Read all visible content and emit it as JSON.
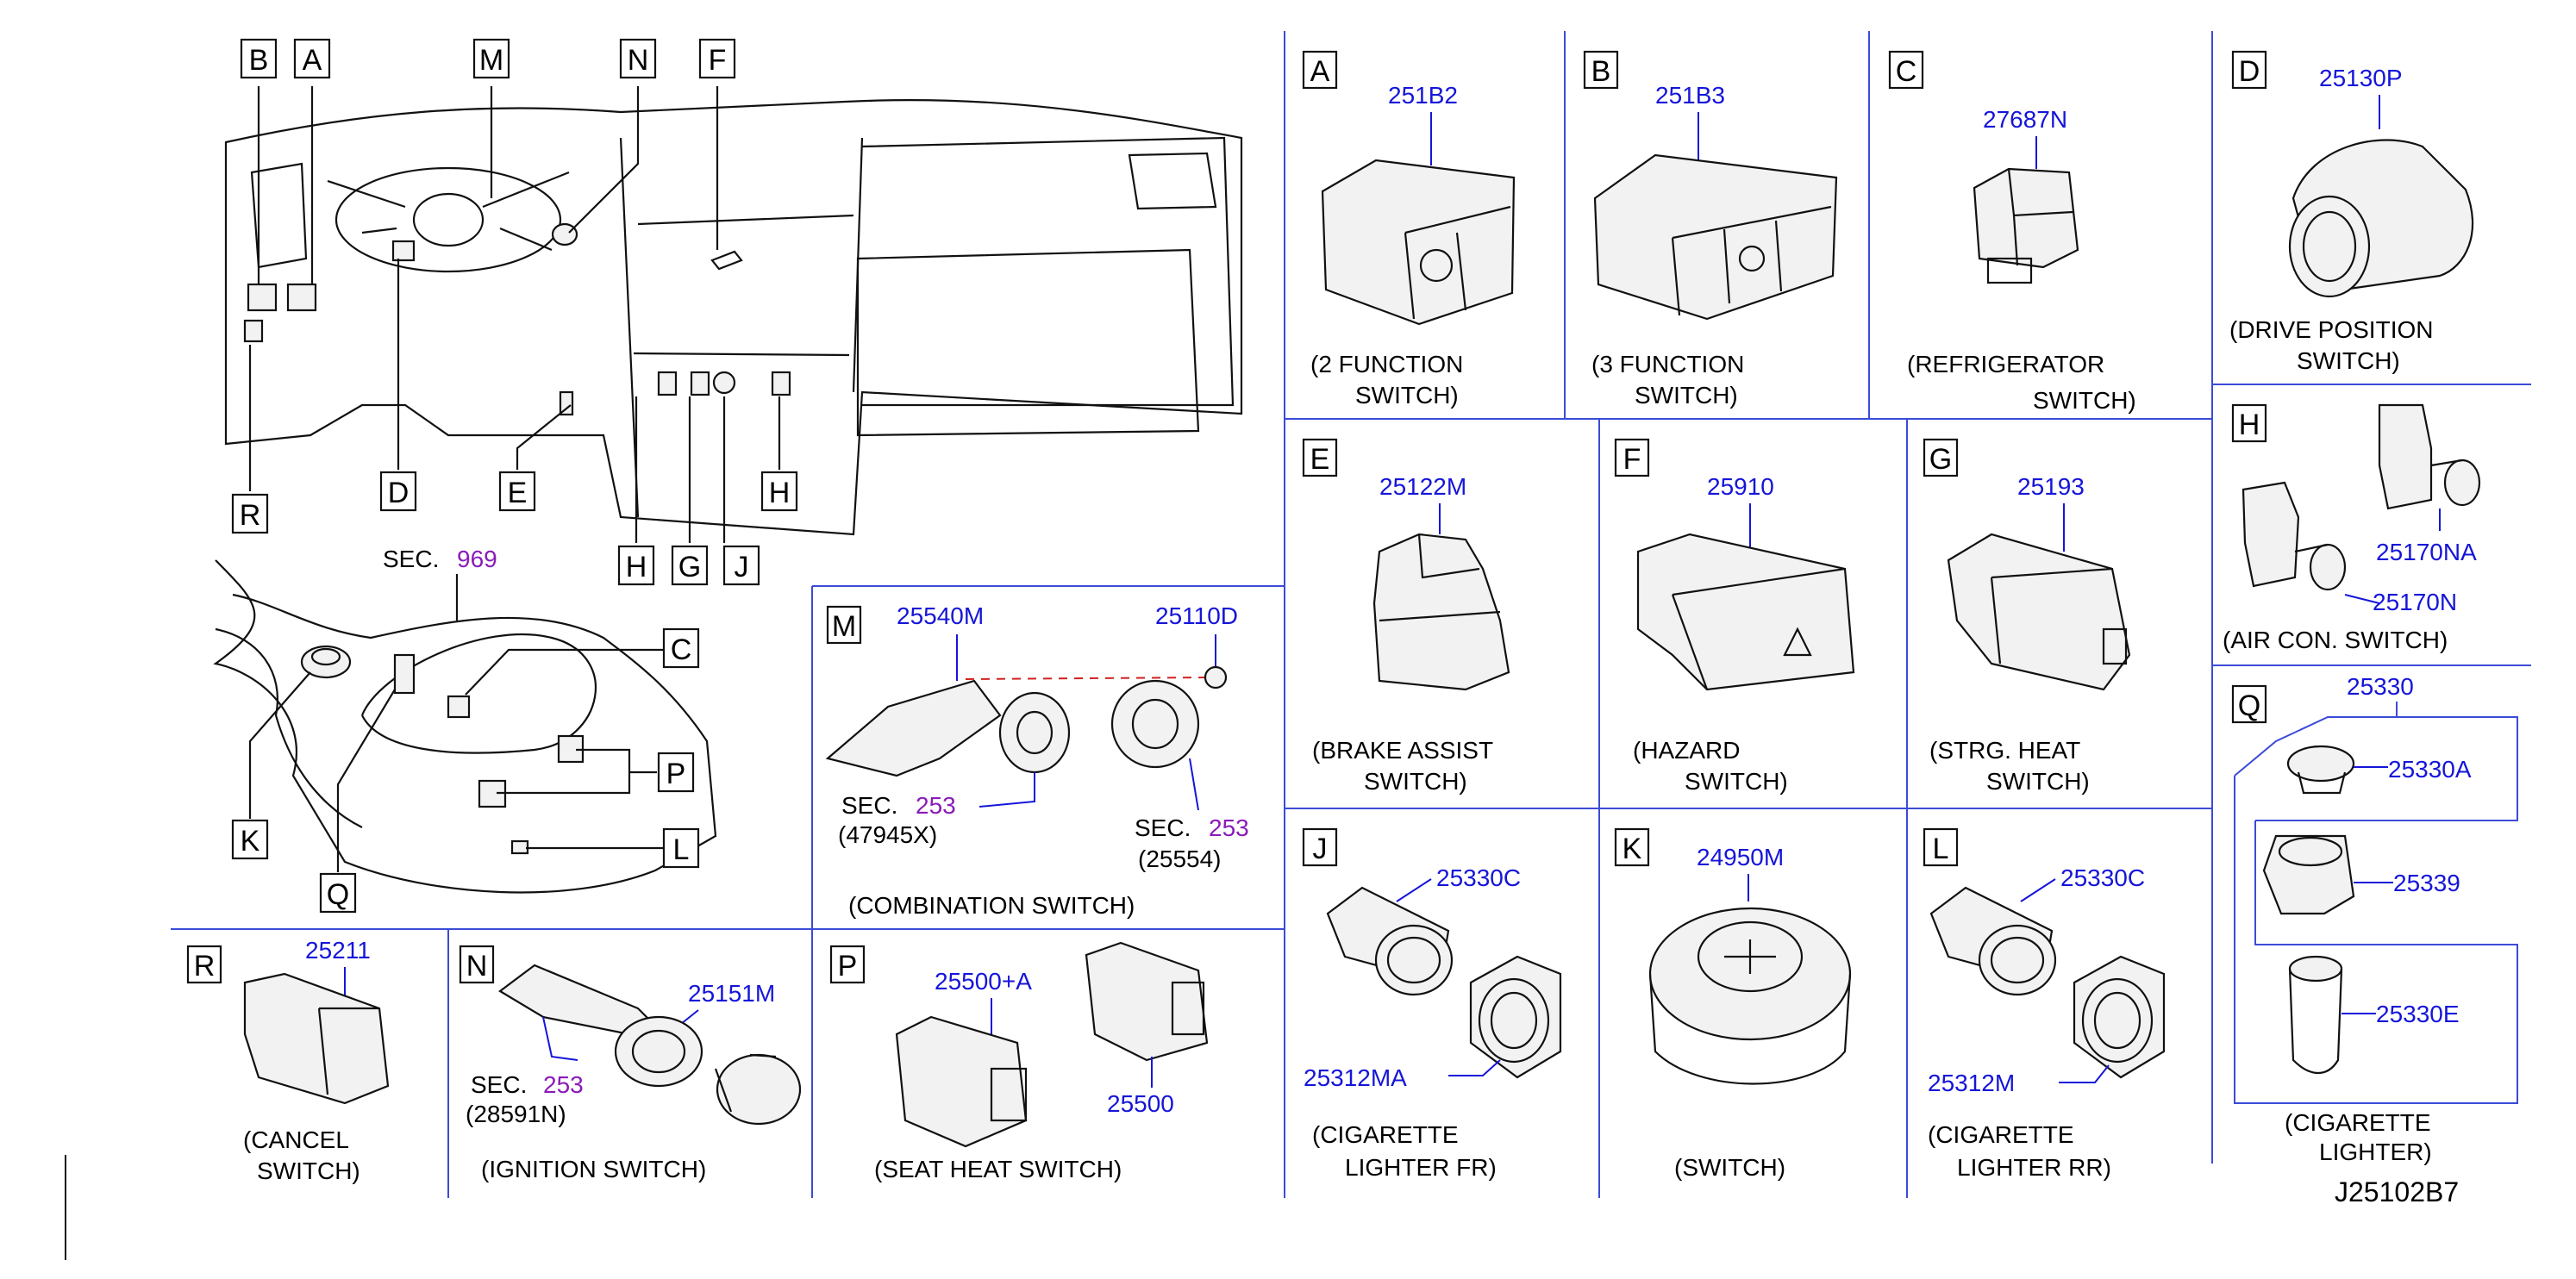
{
  "overview": {
    "labels": [
      "B",
      "A",
      "M",
      "N",
      "F",
      "R",
      "D",
      "E",
      "H",
      "G",
      "J",
      "H"
    ],
    "sec": {
      "prefix": "SEC.",
      "num": "969"
    },
    "console_labels": [
      "C",
      "P",
      "K",
      "L",
      "Q"
    ]
  },
  "panels": {
    "A": {
      "letter": "A",
      "part": "251B2",
      "cap1": "(2   FUNCTION",
      "cap2": "SWITCH)"
    },
    "B": {
      "letter": "B",
      "part": "251B3",
      "cap1": "(3   FUNCTION",
      "cap2": "SWITCH)"
    },
    "C": {
      "letter": "C",
      "part": "27687N",
      "cap1": "(REFRIGERATOR",
      "cap2": "SWITCH)"
    },
    "D": {
      "letter": "D",
      "part": "25130P",
      "cap1": "(DRIVE    POSITION",
      "cap2": "SWITCH)"
    },
    "E": {
      "letter": "E",
      "part": "25122M",
      "cap1": "(BRAKE   ASSIST",
      "cap2": "SWITCH)"
    },
    "F": {
      "letter": "F",
      "part": "25910",
      "cap1": "(HAZARD",
      "cap2": "SWITCH)"
    },
    "G": {
      "letter": "G",
      "part": "25193",
      "cap1": "(STRG.   HEAT",
      "cap2": "SWITCH)"
    },
    "H": {
      "letter": "H",
      "part1": "25170NA",
      "part2": "25170N",
      "cap": "(AIR    CON.     SWITCH)"
    },
    "M": {
      "letter": "M",
      "part1": "25540M",
      "part2": "25110D",
      "sec1": "SEC.",
      "sec1n": "253",
      "sec1sub": "(47945X)",
      "sec2": "SEC.",
      "sec2n": "253",
      "sec2sub": "(25554)",
      "cap": "(COMBINATION   SWITCH)"
    },
    "J": {
      "letter": "J",
      "part1": "25330C",
      "part2": "25312MA",
      "cap1": "(CIGARETTE",
      "cap2": "LIGHTER   FR)"
    },
    "K": {
      "letter": "K",
      "part": "24950M",
      "cap": "(SWITCH)"
    },
    "L": {
      "letter": "L",
      "part1": "25330C",
      "part2": "25312M",
      "cap1": "(CIGARETTE",
      "cap2": "LIGHTER   RR)"
    },
    "Q": {
      "letter": "Q",
      "part0": "25330",
      "part1": "25330A",
      "part2": "25339",
      "part3": "25330E",
      "cap1": "(CIGARETTE",
      "cap2": "LIGHTER)"
    },
    "R": {
      "letter": "R",
      "part": "25211",
      "cap1": "(CANCEL",
      "cap2": "SWITCH)"
    },
    "N": {
      "letter": "N",
      "part": "25151M",
      "sec": "SEC.",
      "secn": "253",
      "secsub": "(28591N)",
      "cap": "(IGNITION   SWITCH)"
    },
    "P": {
      "letter": "P",
      "part1": "25500+A",
      "part2": "25500",
      "cap": "(SEAT    HEAT    SWITCH)"
    }
  },
  "drawing_code": "J25102B7"
}
